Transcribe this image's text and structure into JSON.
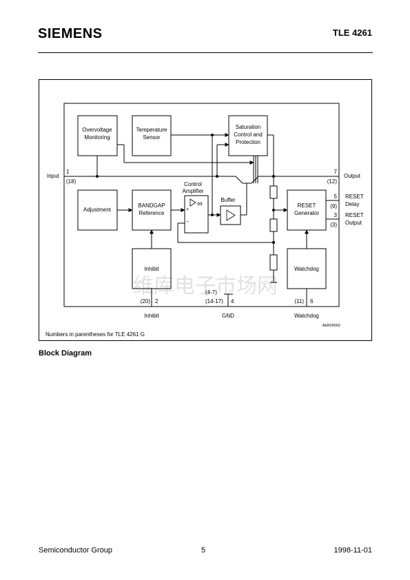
{
  "header": {
    "brand": "SIEMENS",
    "part_number": "TLE 4261"
  },
  "diagram": {
    "blocks": {
      "overvoltage": [
        "Overvoltage",
        "Monitoring"
      ],
      "temperature": [
        "Temperature",
        "Sensor"
      ],
      "saturation": [
        "Saturation",
        "Control and",
        "Protection"
      ],
      "adjustment": [
        "Adjustment"
      ],
      "bandgap": [
        "BANDGAP",
        "Reference"
      ],
      "control_amp": [
        "Control",
        "Amplifier"
      ],
      "buffer": "Buffer",
      "reset_generator": [
        "RESET",
        "Generator"
      ],
      "inhibit": "Inhibit",
      "watchdog": "Watchdog"
    },
    "pins": {
      "input_label": "Input",
      "input_num": "1",
      "input_alt": "(18)",
      "output_label": "Output",
      "output_num": "7",
      "output_alt": "(12)",
      "reset_delay_num": "5",
      "reset_delay_alt": "(9)",
      "reset_delay_label": [
        "RESET",
        "Delay"
      ],
      "reset_output_num": "3",
      "reset_output_alt": "(3)",
      "reset_output_label": [
        "RESET",
        "Output"
      ],
      "inhibit_num": "2",
      "inhibit_alt": "(20)",
      "inhibit_label": "Inhibit",
      "gnd_num": "4",
      "gnd_alt1": "(4-7)",
      "gnd_alt2": "(14-17)",
      "gnd_label": "GND",
      "watchdog_num": "6",
      "watchdog_alt": "(11)",
      "watchdog_label": "Watchdog"
    },
    "amp_symbols": {
      "infinity": "∞",
      "plus": "+",
      "minus": "−"
    },
    "ref_code": "AEB00002",
    "note": "Numbers in parentheses for TLE 4261 G",
    "watermark": "维库电子市场网"
  },
  "caption": "Block Diagram",
  "footer": {
    "left": "Semiconductor Group",
    "page": "5",
    "date": "1998-11-01"
  }
}
